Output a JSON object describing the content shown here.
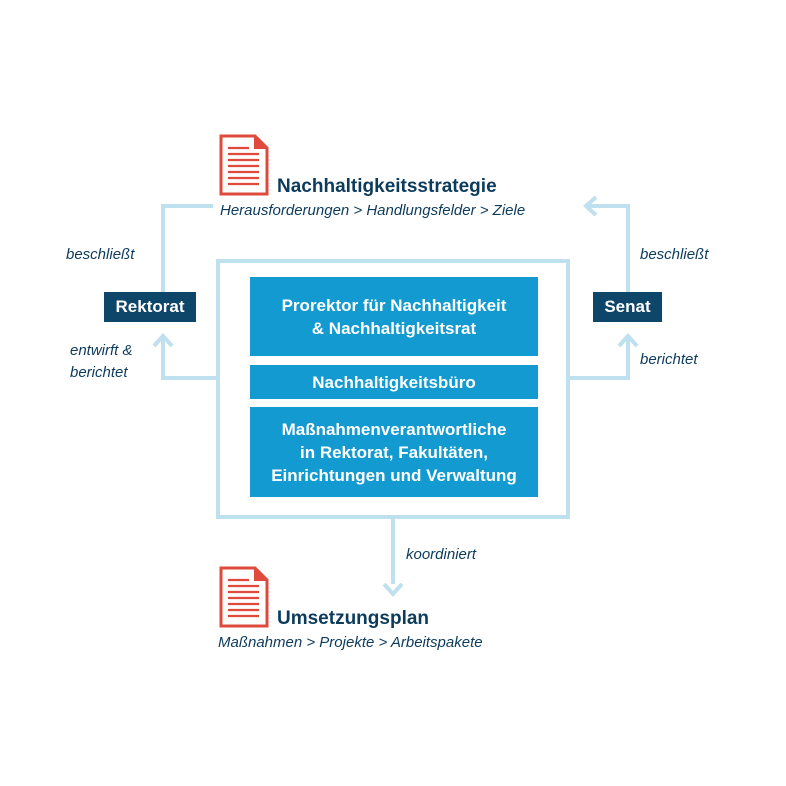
{
  "strategy": {
    "title": "Nachhaltigkeitsstrategie",
    "subtitle": "Herausforderungen > Handlungsfelder > Ziele"
  },
  "plan": {
    "title": "Umsetzungsplan",
    "subtitle": "Maßnahmen > Projekte > Arbeitspakete"
  },
  "actors": {
    "left": "Rektorat",
    "right": "Senat"
  },
  "edges": {
    "left_top": "beschließt",
    "left_bottom_line1": "entwirft &",
    "left_bottom_line2": "berichtet",
    "right_top": "beschließt",
    "right_bottom": "berichtet",
    "down": "koordiniert"
  },
  "org": {
    "box1_line1": "Prorektor für Nachhaltigkeit",
    "box1_line2": "& Nachhaltigkeitsrat",
    "box2": "Nachhaltigkeitsbüro",
    "box3_line1": "Maßnahmenverantwortliche",
    "box3_line2": "in Rektorat, Fakultäten,",
    "box3_line3": "Einrichtungen und Verwaltung"
  },
  "colors": {
    "dark_blue": "#0d4668",
    "text_blue": "#0d3b5c",
    "box_blue": "#139ad0",
    "connector": "#bfe0ee",
    "document_red": "#e04a3c"
  },
  "icons": [
    "document-icon",
    "document-icon"
  ]
}
